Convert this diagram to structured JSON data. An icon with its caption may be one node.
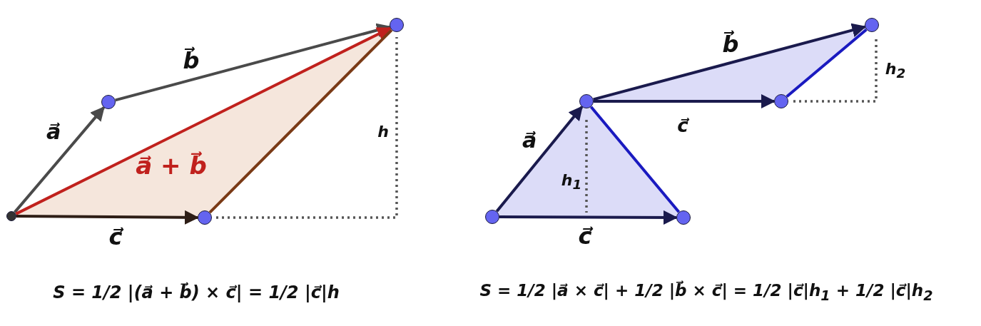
{
  "diagram": {
    "nodes": [
      {
        "text": [],
        "shape": "circle"
      },
      {
        "text": [],
        "shape": "circle"
      },
      {
        "text": [],
        "shape": "circle"
      },
      {
        "text": [],
        "shape": "circle"
      },
      {
        "text": [],
        "shape": "circle"
      },
      {
        "text": [],
        "shape": "circle"
      },
      {
        "text": [],
        "shape": "circle"
      },
      {
        "text": [],
        "shape": "circle"
      },
      {
        "text": [],
        "shape": "circle"
      }
    ],
    "edges": [
      {
        "from": 0,
        "to": 1,
        "arrow": "to",
        "label": "a⃗",
        "color": "#4a4a4a"
      },
      {
        "from": 1,
        "to": 3,
        "arrow": "to",
        "label": "b⃗",
        "color": "#4a4a4a"
      },
      {
        "from": 0,
        "to": 3,
        "arrow": "to",
        "label": "a⃗ + b⃗",
        "color": "#c0211d"
      },
      {
        "from": 0,
        "to": 2,
        "arrow": "to",
        "label": "c⃗",
        "color": "#2e1e16"
      },
      {
        "from": 2,
        "to": 3,
        "arrow": "none",
        "color": "#7a3a16"
      },
      {
        "from": 4,
        "to": 5,
        "arrow": "to",
        "label": "a⃗",
        "color": "#1a1a4d"
      },
      {
        "from": 5,
        "to": 8,
        "arrow": "to",
        "label": "b⃗",
        "color": "#1a1a4d"
      },
      {
        "from": 5,
        "to": 7,
        "arrow": "to",
        "label": "c⃗",
        "color": "#1a1a4d"
      },
      {
        "from": 4,
        "to": 6,
        "arrow": "to",
        "label": "c⃗",
        "color": "#1a1a4d"
      },
      {
        "from": 5,
        "to": 6,
        "arrow": "none",
        "color": "#1a1ac0"
      },
      {
        "from": 7,
        "to": 8,
        "arrow": "none",
        "color": "#1a1ac0"
      }
    ],
    "labels": [
      "h$_{2}$",
      "h",
      "h$_{1}$",
      "S = 1/2 |(a⃗ + b⃗) × c⃗| = 1/2 |c⃗|h",
      "S = 1/2 |a⃗ × c⃗| + 1/2 |b⃗ × c⃗| = 1/2 |c⃗|h$_{1}$ + 1/2 |c⃗|h$_{2}$"
    ]
  }
}
